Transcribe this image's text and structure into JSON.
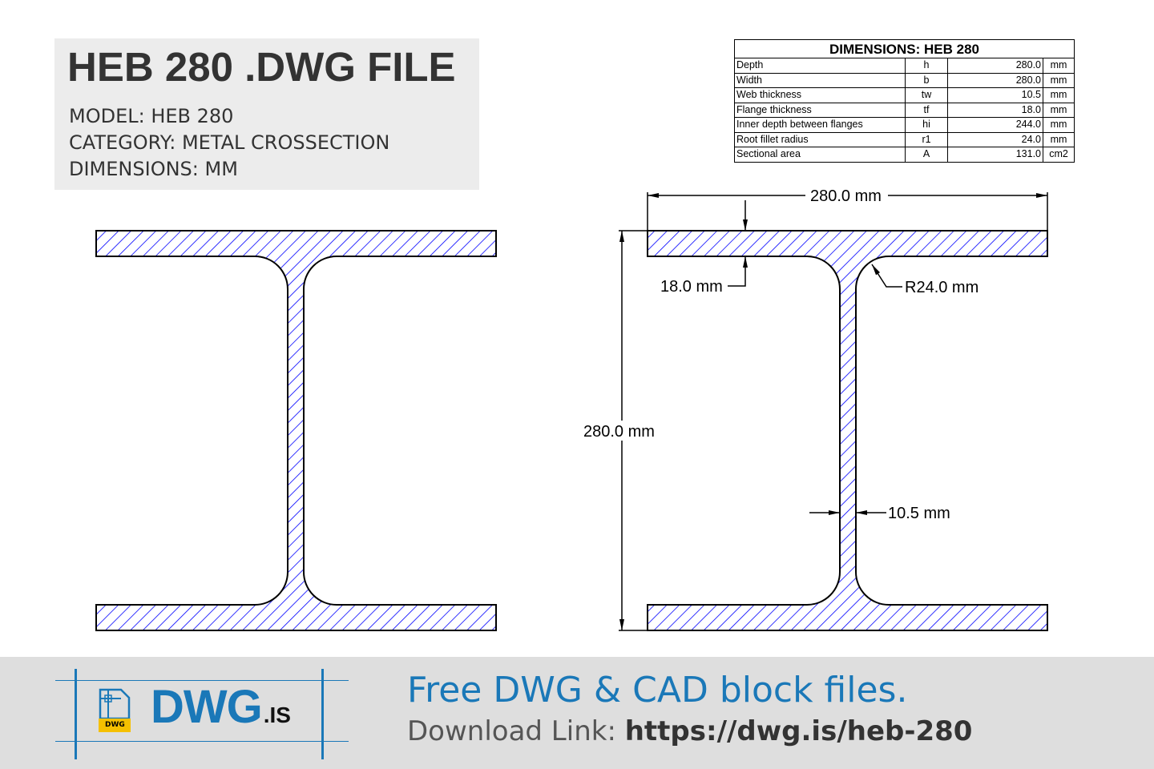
{
  "header": {
    "title": "HEB 280 .DWG FILE",
    "model": "MODEL:  HEB 280",
    "category": "CATEGORY:  METAL CROSSECTION",
    "dimensions": "DIMENSIONS:  MM"
  },
  "table": {
    "title": "DIMENSIONS: HEB 280",
    "rows": [
      [
        "Depth",
        "h",
        "280.0",
        "mm"
      ],
      [
        "Width",
        "b",
        "280.0",
        "mm"
      ],
      [
        "Web thickness",
        "tw",
        "10.5",
        "mm"
      ],
      [
        "Flange thickness",
        "tf",
        "18.0",
        "mm"
      ],
      [
        "Inner depth between flanges",
        "hi",
        "244.0",
        "mm"
      ],
      [
        "Root fillet radius",
        "r1",
        "24.0",
        "mm"
      ],
      [
        "Sectional area",
        "A",
        "131.0",
        "cm2"
      ]
    ]
  },
  "drawing": {
    "width_label": "280.0 mm",
    "flange_label": "18.0 mm",
    "radius_label": "R24.0 mm",
    "depth_label": "280.0 mm",
    "web_label": "10.5 mm",
    "hatch_color": "#0000ff"
  },
  "footer": {
    "logo_badge": "DWG",
    "logo_text": "DWG",
    "logo_suffix": ".IS",
    "tagline": "Free DWG & CAD block files.",
    "download_prefix": "Download Link: ",
    "download_url": "https://dwg.is/heb-280"
  }
}
